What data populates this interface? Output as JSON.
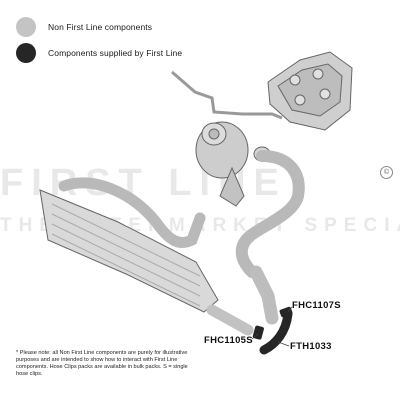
{
  "legend": {
    "items": [
      {
        "label": "Non First Line components",
        "color": "#c4c4c4"
      },
      {
        "label": "Components supplied by First Line",
        "color": "#262626"
      }
    ]
  },
  "parts": {
    "fhc1107s": "FHC1107S",
    "fhc1105s": "FHC1105S",
    "fth1033": "FTH1033"
  },
  "footnote": "* Please note: all Non First Line components are purely for illustrative purposes and are intended to show how to interact with First Line components. Hose Clips packs are available in bulk packs. S = single hose clips.",
  "watermark": {
    "brand": "FIRST LINE",
    "tagline": "THE AFTERMARKET SPECIALIST",
    "copyright": "©"
  }
}
